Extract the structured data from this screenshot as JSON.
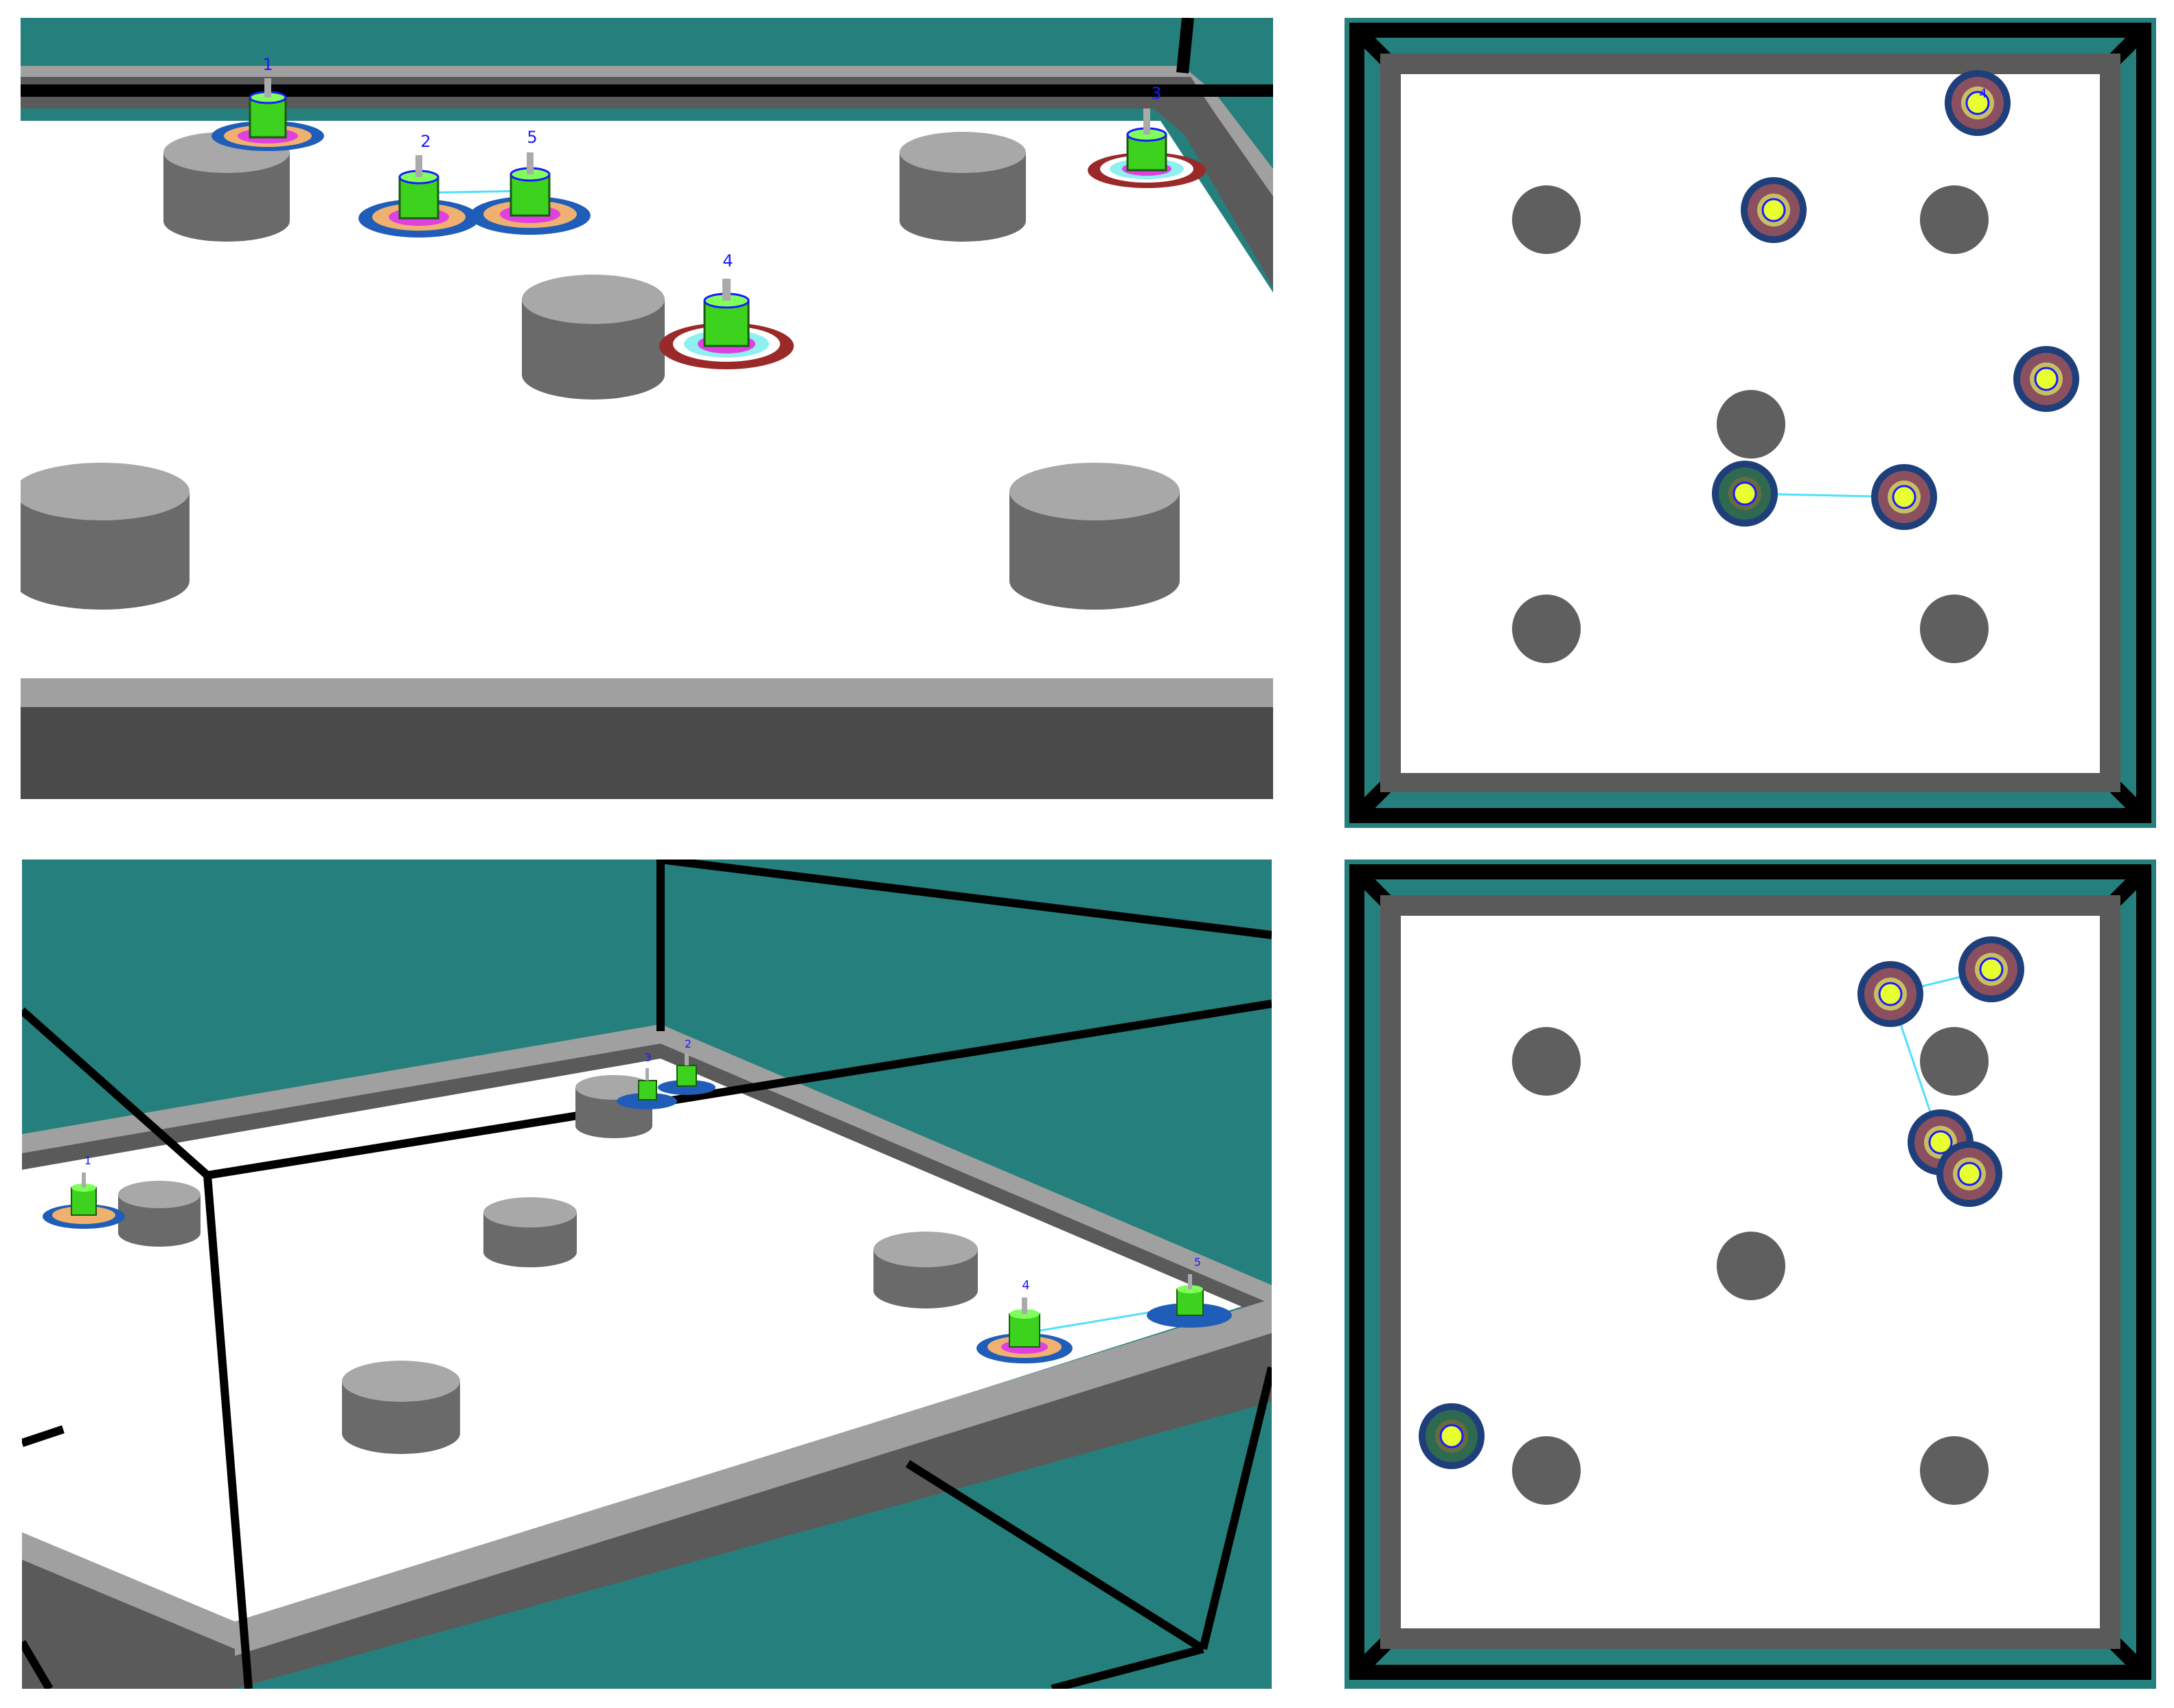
{
  "panels": {
    "persp_a": {
      "robot_labels": [
        "1",
        "2",
        "5",
        "3",
        "4"
      ]
    },
    "persp_b": {
      "robot_labels": [
        "1",
        "3",
        "2",
        "4",
        "5"
      ]
    },
    "top_a": {
      "robot_labels": [
        "4",
        "",
        "",
        "",
        ""
      ]
    },
    "top_b": {
      "robot_labels": [
        "",
        "",
        "",
        "",
        ""
      ]
    }
  },
  "colors": {
    "background": "#25807d",
    "floor": "#ffffff",
    "wall_light": "#a0a0a0",
    "wall_dark": "#5a5a5a",
    "frame": "#000000",
    "robot_body": "#3cd21e",
    "robot_label": "#1a1aff",
    "link_line": "#4fe0ff"
  }
}
